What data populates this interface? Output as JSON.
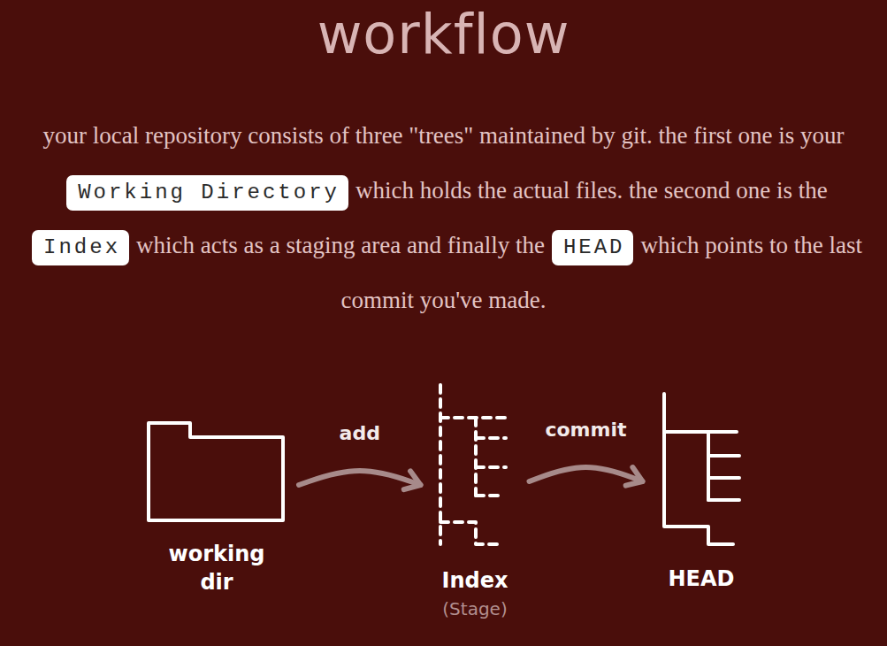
{
  "diagram": {
    "title": "workflow",
    "nodes": [
      {
        "text": [
          "working dir"
        ]
      },
      {
        "text": [
          "Index",
          "(Stage)"
        ]
      },
      {
        "text": [
          "HEAD"
        ]
      }
    ],
    "edges": [
      {
        "from": 0,
        "to": 1,
        "label": "add",
        "arrow": "to"
      },
      {
        "from": 1,
        "to": 2,
        "label": "commit",
        "arrow": "to"
      }
    ],
    "labels": [
      "your local repository consists of three \"trees\" maintained by git. the first one is your",
      "Working Directory",
      "which holds the actual files. the second one is the",
      "Index",
      "which acts as a staging area and finally the",
      "HEAD",
      "which points to the last commit you've made."
    ]
  }
}
